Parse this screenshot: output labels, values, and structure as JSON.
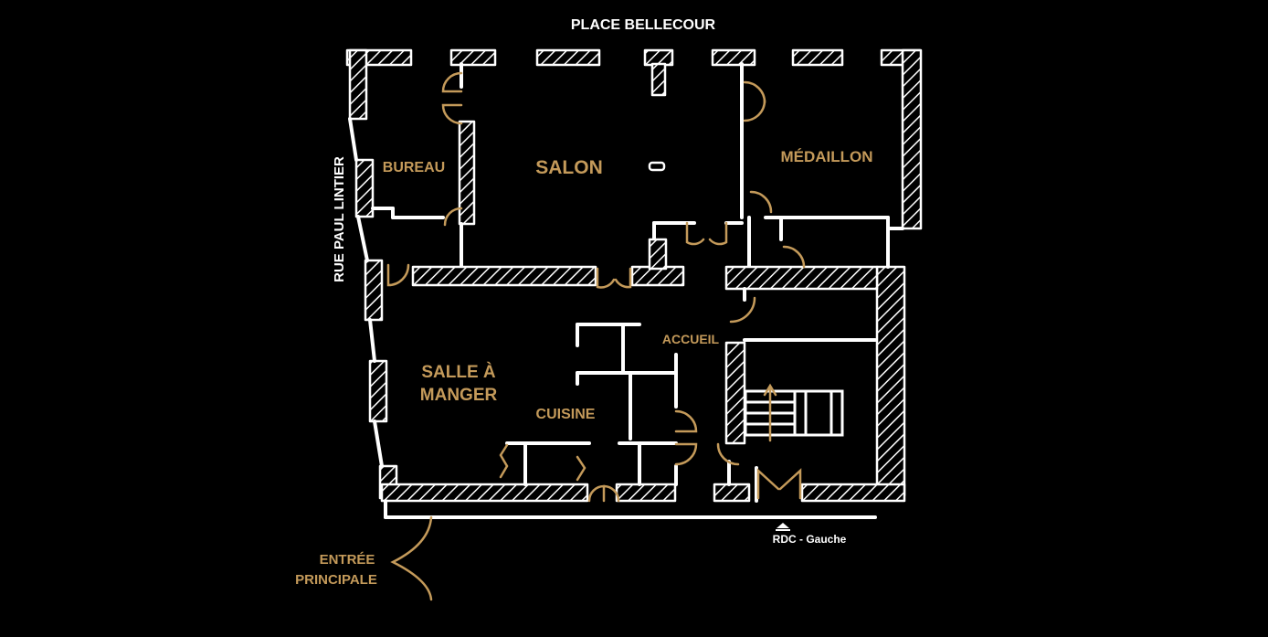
{
  "street_top": "PLACE BELLECOUR",
  "street_left": "RUE PAUL LINTIER",
  "rooms": {
    "bureau": "BUREAU",
    "salon": "SALON",
    "medaillon": "MÉDAILLON",
    "salle_line1": "SALLE À",
    "salle_line2": "MANGER",
    "cuisine": "CUISINE",
    "accueil": "ACCUEIL"
  },
  "entrance_line1": "ENTRÉE",
  "entrance_line2": "PRINCIPALE",
  "floor_marker": "RDC - Gauche",
  "colors": {
    "background": "#000000",
    "walls": "#ffffff",
    "accent": "#c49a5a"
  }
}
